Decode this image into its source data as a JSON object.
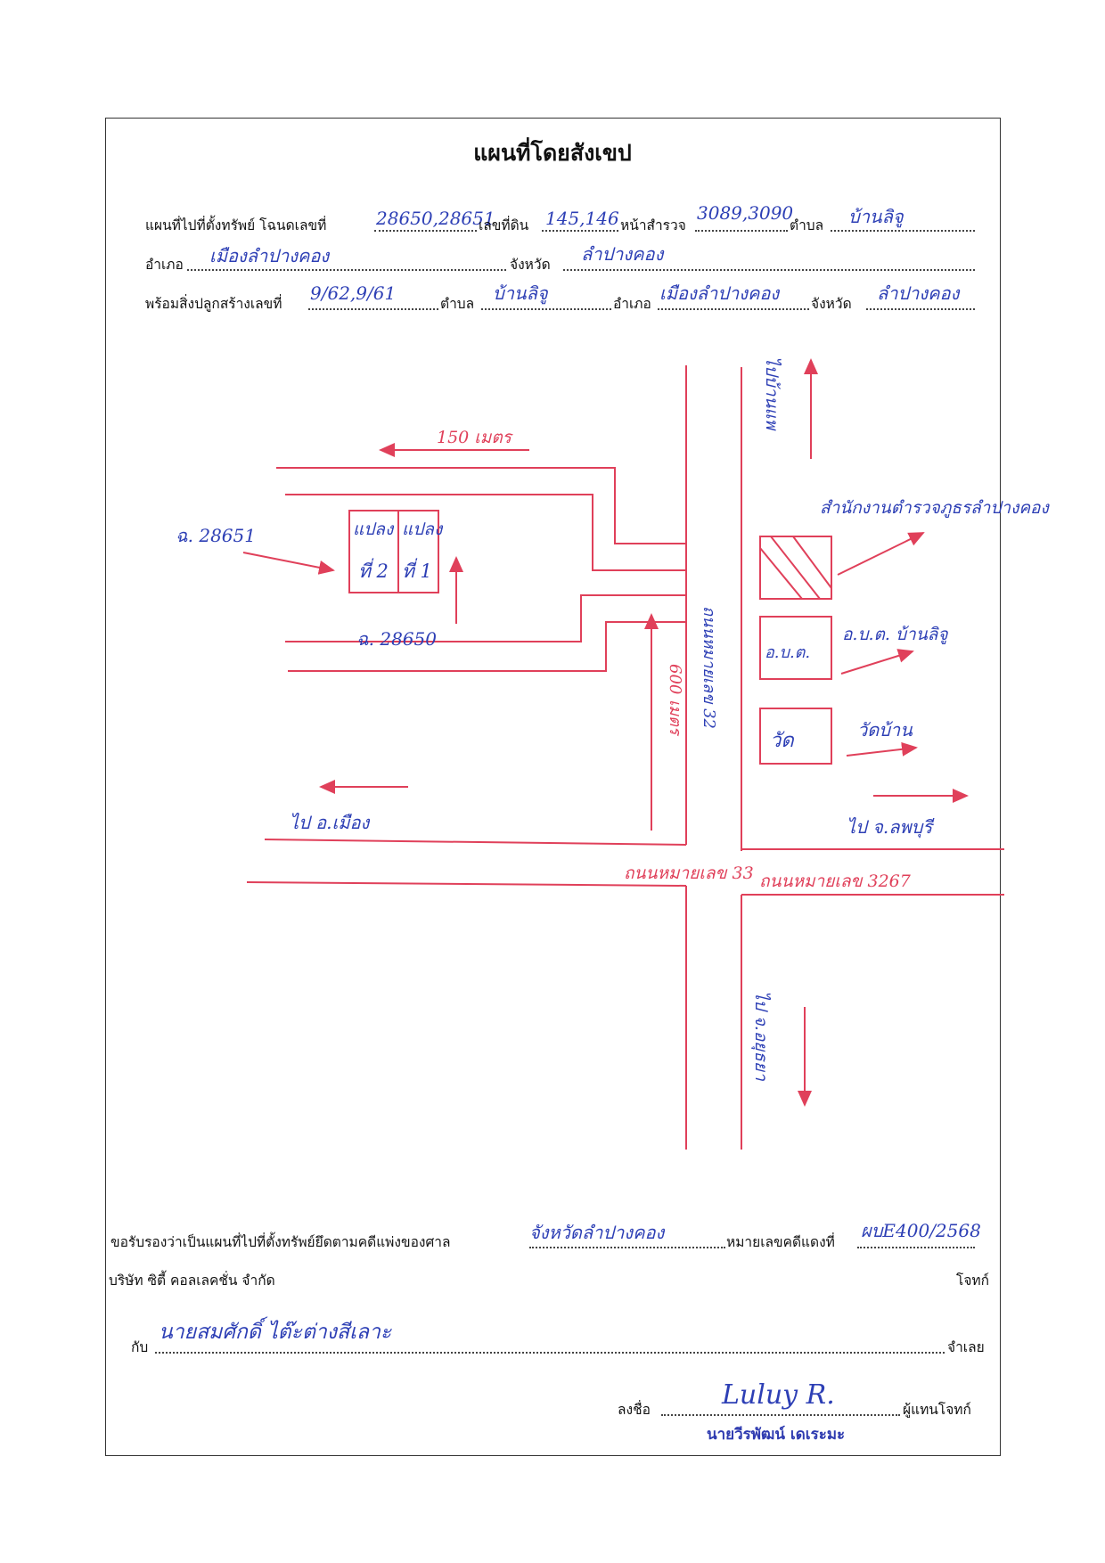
{
  "title": "แผนที่โดยสังเขป",
  "header": {
    "line1": {
      "l1": "แผนที่ไปที่ตั้งทรัพย์ โฉนดเลขที่",
      "deed_no": "28650,28651",
      "l2": "เลขที่ดิน",
      "land_no": "145,146",
      "l3": "หน้าสำรวจ",
      "survey_page": "3089,3090",
      "l4": "ตำบล",
      "subdistrict": "บ้านลิจู"
    },
    "line2": {
      "l1": "อำเภอ",
      "district": "เมืองลำปางคอง",
      "l2": "จังหวัด",
      "province": "ลำปางคอง"
    },
    "line3": {
      "l1": "พร้อมสิ่งปลูกสร้างเลขที่",
      "building_no": "9/62,9/61",
      "l2": "ตำบล",
      "subdistrict": "บ้านลิจู",
      "l3": "อำเภอ",
      "district": "เมืองลำปางคอง",
      "l4": "จังหวัด",
      "province": "ลำปางคอง"
    }
  },
  "map": {
    "distance_top": "150 เมตร",
    "distance_road": "600 เมตร",
    "deed_left": "ฉ. 28651",
    "deed_bottom": "ฉ. 28650",
    "plot2_line1": "แปลง",
    "plot2_line2": "ที่ 2",
    "plot1_line1": "แปลง",
    "plot1_line2": "ที่ 1",
    "to_north": "ไปบ้านแพ",
    "police": "สำนักงานตำรวจภูธรลำปางคอง",
    "sao_box": "อ.บ.ต.",
    "sao_label": "อ.บ.ต. บ้านลิจู",
    "temple_box": "วัด",
    "temple_label": "วัดบ้าน",
    "to_west": "ไป อ.เมือง",
    "to_east": "ไป จ.ลพบุรี",
    "road_vertical": "ถนนหมายเลข 32",
    "road_west": "ถนนหมายเลข 33",
    "road_east": "ถนนหมายเลข 3267",
    "to_south": "ไป จ.อยุธยา",
    "road_color": "#e0405a",
    "ink_color": "#2d3fb5"
  },
  "footer": {
    "certify": "ขอรับรองว่าเป็นแผนที่ไปที่ตั้งทรัพย์ยึดตามคดีแพ่งของศาล",
    "court": "จังหวัดลำปางคอง",
    "case_label": "หมายเลขคดีแดงที่",
    "case_no": "ผบE400/2568",
    "company": "บริษัท ซิตี้ คอลเลคชั่น จำกัด",
    "plaintiff": "โจทก์",
    "with": "กับ",
    "defendant_name": "นายสมศักดิ์ ไต๊ะต่างสีเลาะ",
    "defendant": "จำเลย",
    "sign": "ลงชื่อ",
    "signature": "Luluy R.",
    "rep": "ผู้แทนโจทก์",
    "stamp_name": "นายวีรพัฒน์ เดเระมะ"
  }
}
